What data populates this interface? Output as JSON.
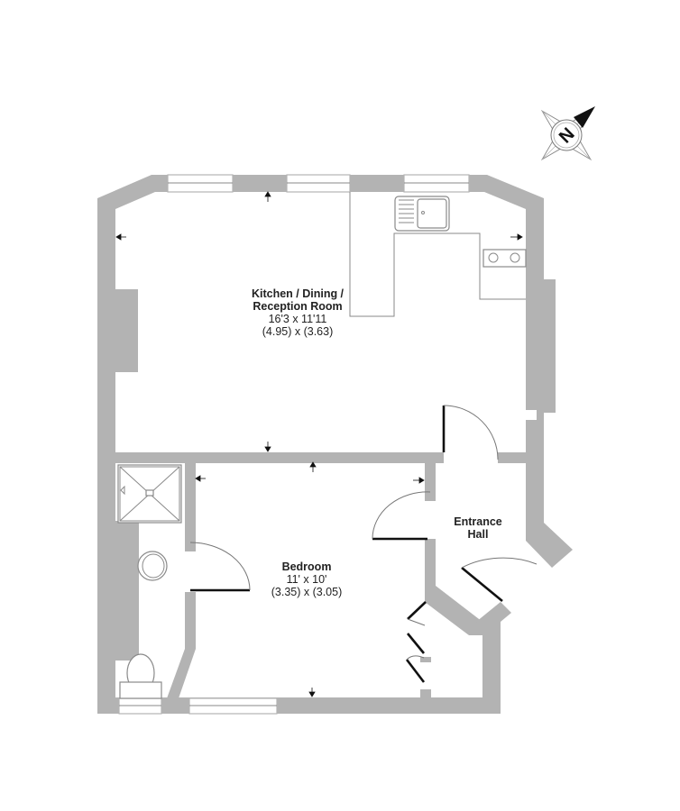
{
  "floorplan": {
    "rooms": [
      {
        "name": "Kitchen / Dining /",
        "name2": "Reception Room",
        "imperial": "16'3 x 11'11",
        "metric": "(4.95) x (3.63)"
      },
      {
        "name": "Bedroom",
        "imperial": "11' x 10'",
        "metric": "(3.35) x (3.05)"
      },
      {
        "name": "Entrance",
        "name2": "Hall"
      }
    ],
    "compass": {
      "label": "N"
    },
    "colors": {
      "wall": "#b3b3b3",
      "door": "#111111",
      "background": "#ffffff"
    }
  }
}
